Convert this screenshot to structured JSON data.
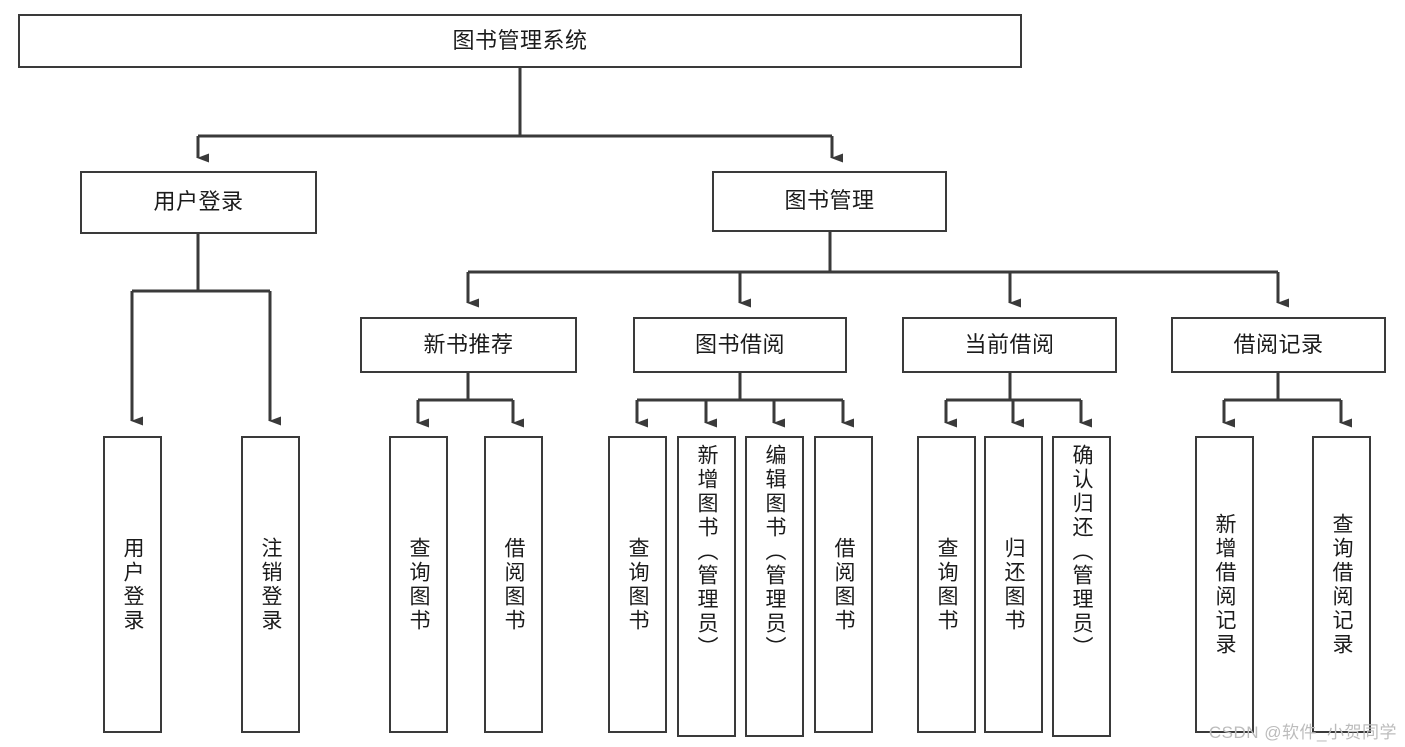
{
  "diagram": {
    "type": "tree",
    "title": "图书管理系统",
    "watermark": "CSDN @软件_小贺同学",
    "colors": {
      "stroke": "#3a3a3a",
      "fill": "#ffffff",
      "text": "#1b1b1b",
      "watermark": "#bcbcbc"
    },
    "levels": {
      "root": {
        "label": "图书管理系统"
      },
      "level2": [
        {
          "label": "用户登录"
        },
        {
          "label": "图书管理"
        }
      ],
      "level3": [
        {
          "label": "新书推荐"
        },
        {
          "label": "图书借阅"
        },
        {
          "label": "当前借阅"
        },
        {
          "label": "借阅记录"
        }
      ],
      "leaves": [
        {
          "label": "用户登录",
          "parent": "用户登录"
        },
        {
          "label": "注销登录",
          "parent": "用户登录"
        },
        {
          "label": "查询图书",
          "parent": "新书推荐"
        },
        {
          "label": "借阅图书",
          "parent": "新书推荐"
        },
        {
          "label": "查询图书",
          "parent": "图书借阅"
        },
        {
          "label": "新增图书（管理员）",
          "parent": "图书借阅"
        },
        {
          "label": "编辑图书（管理员）",
          "parent": "图书借阅"
        },
        {
          "label": "借阅图书",
          "parent": "图书借阅"
        },
        {
          "label": "查询图书",
          "parent": "当前借阅"
        },
        {
          "label": "归还图书",
          "parent": "当前借阅"
        },
        {
          "label": "确认归还（管理员）",
          "parent": "当前借阅"
        },
        {
          "label": "新增借阅记录",
          "parent": "借阅记录"
        },
        {
          "label": "查询借阅记录",
          "parent": "借阅记录"
        }
      ]
    }
  }
}
